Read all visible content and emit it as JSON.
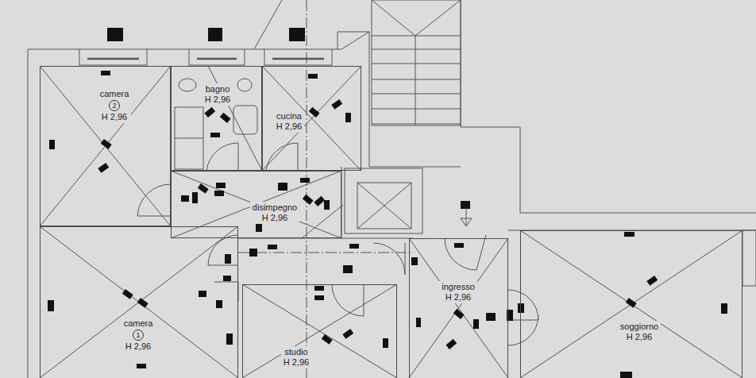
{
  "diagram": {
    "nodes": [
      {
        "text": [
          "camera",
          "2",
          "H 2,96"
        ]
      },
      {
        "text": [
          "bagno",
          "H 2,96"
        ]
      },
      {
        "text": [
          "cucina",
          "H 2,96"
        ]
      },
      {
        "text": [
          "disimpegno",
          "H 2,96"
        ]
      },
      {
        "text": [
          "camera",
          "1",
          "H 2,96"
        ]
      },
      {
        "text": [
          "studio",
          "H 2,96"
        ]
      },
      {
        "text": [
          "ingresso",
          "H 2,96"
        ]
      },
      {
        "text": [
          "soggiorno",
          "H 2,96"
        ]
      }
    ]
  }
}
